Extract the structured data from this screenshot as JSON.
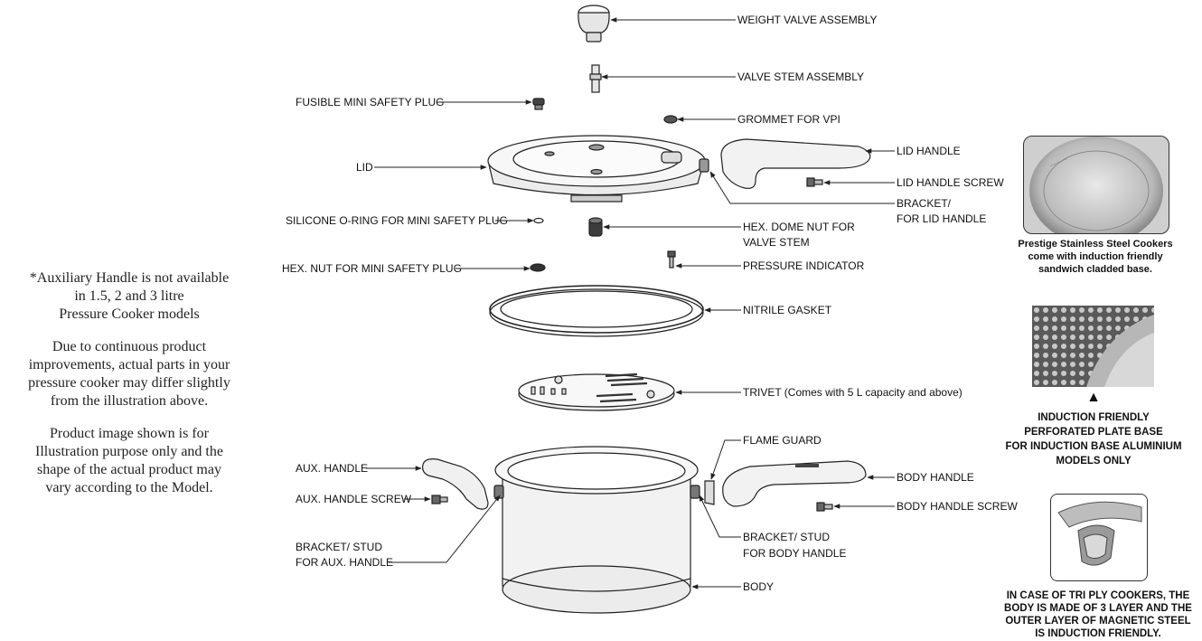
{
  "labels": {
    "weight_valve": "WEIGHT VALVE ASSEMBLY",
    "valve_stem": "VALVE STEM ASSEMBLY",
    "fusible_plug": "FUSIBLE MINI SAFETY PLUG",
    "grommet": "GROMMET FOR VPI",
    "lid_handle": "LID HANDLE",
    "lid": "LID",
    "lid_handle_screw": "LID HANDLE SCREW",
    "bracket_lid_1": "BRACKET/",
    "bracket_lid_2": "FOR LID HANDLE",
    "silicone_oring": "SILICONE O-RING FOR MINI SAFETY PLUG",
    "hex_dome_1": "HEX. DOME NUT FOR",
    "hex_dome_2": "VALVE STEM",
    "hex_nut": "HEX. NUT FOR MINI SAFETY PLUG",
    "pressure_indicator": "PRESSURE INDICATOR",
    "nitrile_gasket": "NITRILE GASKET",
    "trivet": "TRIVET (Comes with 5 L capacity and above)",
    "flame_guard": "FLAME GUARD",
    "aux_handle": "AUX. HANDLE",
    "body_handle": "BODY HANDLE",
    "aux_handle_screw": "AUX. HANDLE SCREW",
    "body_handle_screw": "BODY HANDLE SCREW",
    "bracket_body_1": "BRACKET/ STUD",
    "bracket_body_2": "FOR BODY HANDLE",
    "bracket_aux_1": "BRACKET/ STUD",
    "bracket_aux_2": "FOR AUX. HANDLE",
    "body": "BODY"
  },
  "notes": {
    "aux_1": "*Auxiliary Handle is not available",
    "aux_2": "in 1.5, 2 and 3 litre",
    "aux_3": "Pressure Cooker models",
    "improve_1": "Due to continuous product",
    "improve_2": "improvements, actual parts in your",
    "improve_3": "pressure cooker may differ slightly",
    "improve_4": "from the illustration above.",
    "illus_1": "Product image shown is for",
    "illus_2": "Illustration purpose only and the",
    "illus_3": "shape of the actual product may",
    "illus_4": "vary according to the Model."
  },
  "captions": {
    "steel_1": "Prestige Stainless Steel Cookers",
    "steel_2": "come with induction friendly",
    "steel_3": "sandwich cladded base.",
    "arrow": "▲",
    "induction_1": "INDUCTION FRIENDLY",
    "induction_2": "PERFORATED PLATE BASE",
    "induction_3": "FOR INDUCTION BASE ALUMINIUM",
    "induction_4": "MODELS ONLY",
    "triply_1": "IN CASE OF TRI PLY COOKERS, THE",
    "triply_2": "BODY IS MADE OF 3 LAYER AND THE",
    "triply_3": "OUTER LAYER OF MAGNETIC STEEL",
    "triply_4": "IS INDUCTION FRIENDLY."
  },
  "colors": {
    "line": "#222222",
    "fill": "#f4f4f4",
    "dark": "#333333"
  }
}
